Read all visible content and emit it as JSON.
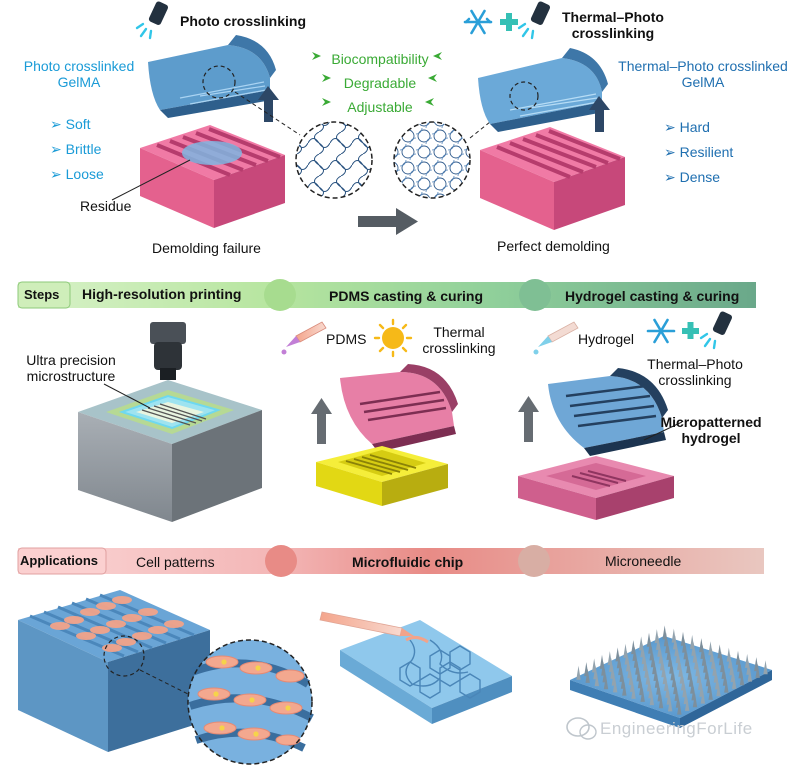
{
  "top": {
    "photo_crosslinking": "Photo crosslinking",
    "thermal_photo_crosslinking_l1": "Thermal–Photo",
    "thermal_photo_crosslinking_l2": "crosslinking",
    "left_title_l1": "Photo crosslinked",
    "left_title_l2": "GelMA",
    "right_title_l1": "Thermal–Photo crosslinked",
    "right_title_l2": "GelMA",
    "left_props": [
      "Soft",
      "Brittle",
      "Loose"
    ],
    "right_props": [
      "Hard",
      "Resilient",
      "Dense"
    ],
    "center_props": [
      "Biocompatibility",
      "Degradable",
      "Adjustable"
    ],
    "residue": "Residue",
    "demolding_failure": "Demolding failure",
    "perfect_demolding": "Perfect demolding"
  },
  "steps": {
    "label": "Steps",
    "step1": "High-resolution printing",
    "step2": "PDMS casting & curing",
    "step3": "Hydrogel casting & curing",
    "ultra_l1": "Ultra precision",
    "ultra_l2": "microstructure",
    "pdms": "PDMS",
    "thermal_l1": "Thermal",
    "thermal_l2": "crosslinking",
    "hydrogel": "Hydrogel",
    "tp_l1": "Thermal–Photo",
    "tp_l2": "crosslinking",
    "micro_l1": "Micropatterned",
    "micro_l2": "hydrogel"
  },
  "apps": {
    "label": "Applications",
    "app1": "Cell patterns",
    "app2": "Microfluidic chip",
    "app3": "Microneedle"
  },
  "watermark": "EngineeringForLife",
  "colors": {
    "cyan_text": "#1a9bd7",
    "green_text": "#3aaa35",
    "blue_text": "#1f6fb0",
    "pink_mold": "#e8628f",
    "hydrogel_blue": "#5a9ccc",
    "steps_bar": "#a7dc8f",
    "apps_bar": "#e98f8f"
  }
}
